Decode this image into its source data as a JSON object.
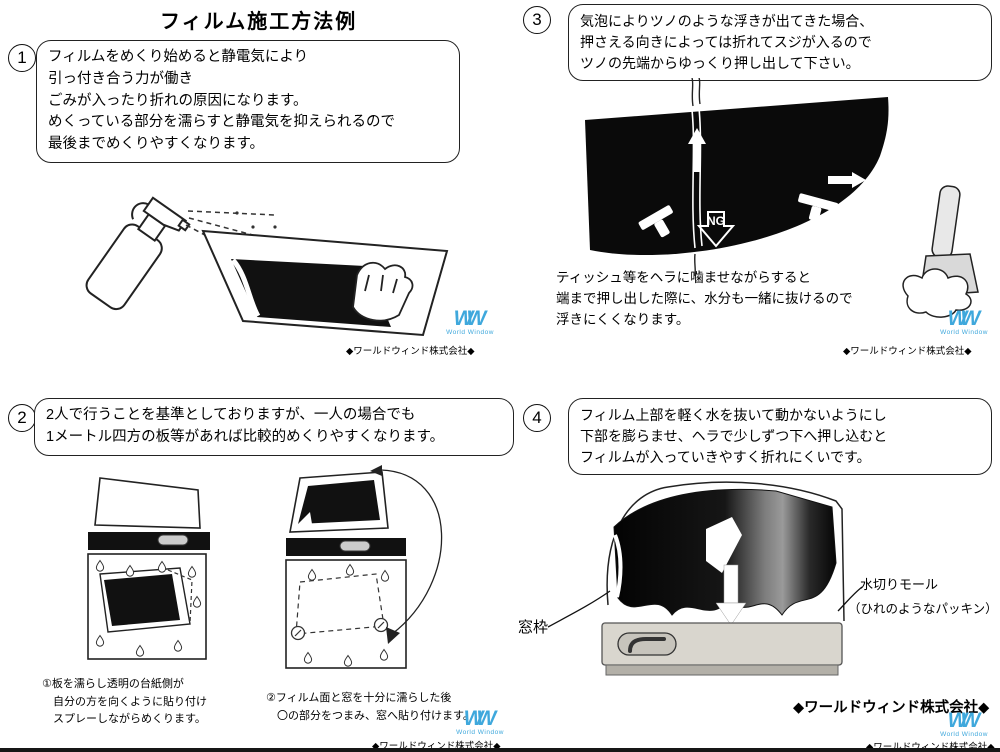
{
  "title": "フィルム施工方法例",
  "brand": {
    "logo_text": "WW",
    "logo_sub": "World Window",
    "company": "◆ワールドウィンド株式会社◆",
    "logo_color": "#3fa8dc"
  },
  "step1": {
    "num": "1",
    "box_lines": [
      "フィルムをめくり始めると静電気により",
      "引っ付き合う力が働き",
      "ごみが入ったり折れの原因になります。",
      "めくっている部分を濡らすと静電気を抑えられるので",
      "最後までめくりやすくなります。"
    ]
  },
  "step2": {
    "num": "2",
    "box_lines": [
      "2人で行うことを基準としておりますが、一人の場合でも",
      "1メートル四方の板等があれば比較的めくりやすくなります。"
    ],
    "caption_left_lines": [
      "①板を濡らし透明の台紙側が",
      "　自分の方を向くように貼り付け",
      "　スプレーしながらめくります。"
    ],
    "caption_right_lines": [
      "②フィルム面と窓を十分に濡らした後",
      "　〇の部分をつまみ、窓へ貼り付けます。"
    ]
  },
  "step3": {
    "num": "3",
    "box_lines": [
      "気泡によりツノのような浮きが出てきた場合、",
      "押さえる向きによっては折れてスジが入るので",
      "ツノの先端からゆっくり押し出して下さい。"
    ],
    "ng_label": "NG",
    "note_lines": [
      "ティッシュ等をヘラに噛ませながらすると",
      "端まで押し出した際に、水分も一緒に抜けるので",
      "浮きにくくなります。"
    ]
  },
  "step4": {
    "num": "4",
    "box_lines": [
      "フィルム上部を軽く水を抜いて動かないようにし",
      "下部を膨らませ、ヘラで少しずつ下へ押し込むと",
      "フィルムが入っていきやすく折れにくいです。"
    ],
    "label_window_frame": "窓枠",
    "label_molding": "水切りモール",
    "label_molding_sub": "（ひれのようなパッキン）"
  }
}
